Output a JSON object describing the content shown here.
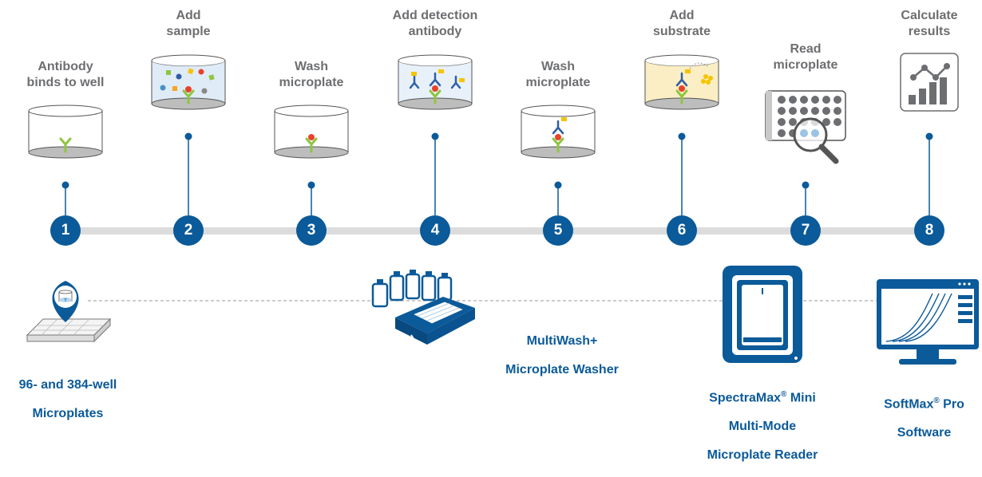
{
  "colors": {
    "primary": "#0b5a99",
    "timeline": "#dcdcdc",
    "label_gray": "#6d6e71",
    "antibody_green": "#8dc63f",
    "analyte_red": "#e8432a",
    "detection_blue": "#2f5ea8",
    "enzyme_yellow": "#f5c400"
  },
  "steps": [
    {
      "number": "1",
      "label": "Antibody\nbinds to well",
      "icon": "well-capture-antibody-icon"
    },
    {
      "number": "2",
      "label": "Add\nsample",
      "icon": "well-sample-icon"
    },
    {
      "number": "3",
      "label": "Wash\nmicroplate",
      "icon": "well-washed-icon"
    },
    {
      "number": "4",
      "label": "Add detection\nantibody",
      "icon": "well-detection-antibody-icon"
    },
    {
      "number": "5",
      "label": "Wash\nmicroplate",
      "icon": "well-washed-sandwich-icon"
    },
    {
      "number": "6",
      "label": "Add\nsubstrate",
      "icon": "well-substrate-icon"
    },
    {
      "number": "7",
      "label": "Read\nmicroplate",
      "icon": "microplate-magnifier-icon"
    },
    {
      "number": "8",
      "label": "Calculate\nresults",
      "icon": "results-chart-icon"
    }
  ],
  "products": [
    {
      "key": "microplates",
      "line1": "96- and 384-well",
      "line2": "Microplates",
      "icon": "microplate-pin-icon"
    },
    {
      "key": "washer",
      "line1": "MultiWash+",
      "line2": "Microplate Washer",
      "icon": "plate-washer-icon"
    },
    {
      "key": "reader",
      "line1_brand": "SpectraMax",
      "line1_mark": "®",
      "line1_rest": " Mini",
      "line2": "Multi-Mode",
      "line3": "Microplate Reader",
      "icon": "plate-reader-icon"
    },
    {
      "key": "software",
      "line1_brand": "SoftMax",
      "line1_mark": "®",
      "line1_rest": " Pro",
      "line2": "Software",
      "icon": "software-monitor-icon"
    }
  ]
}
